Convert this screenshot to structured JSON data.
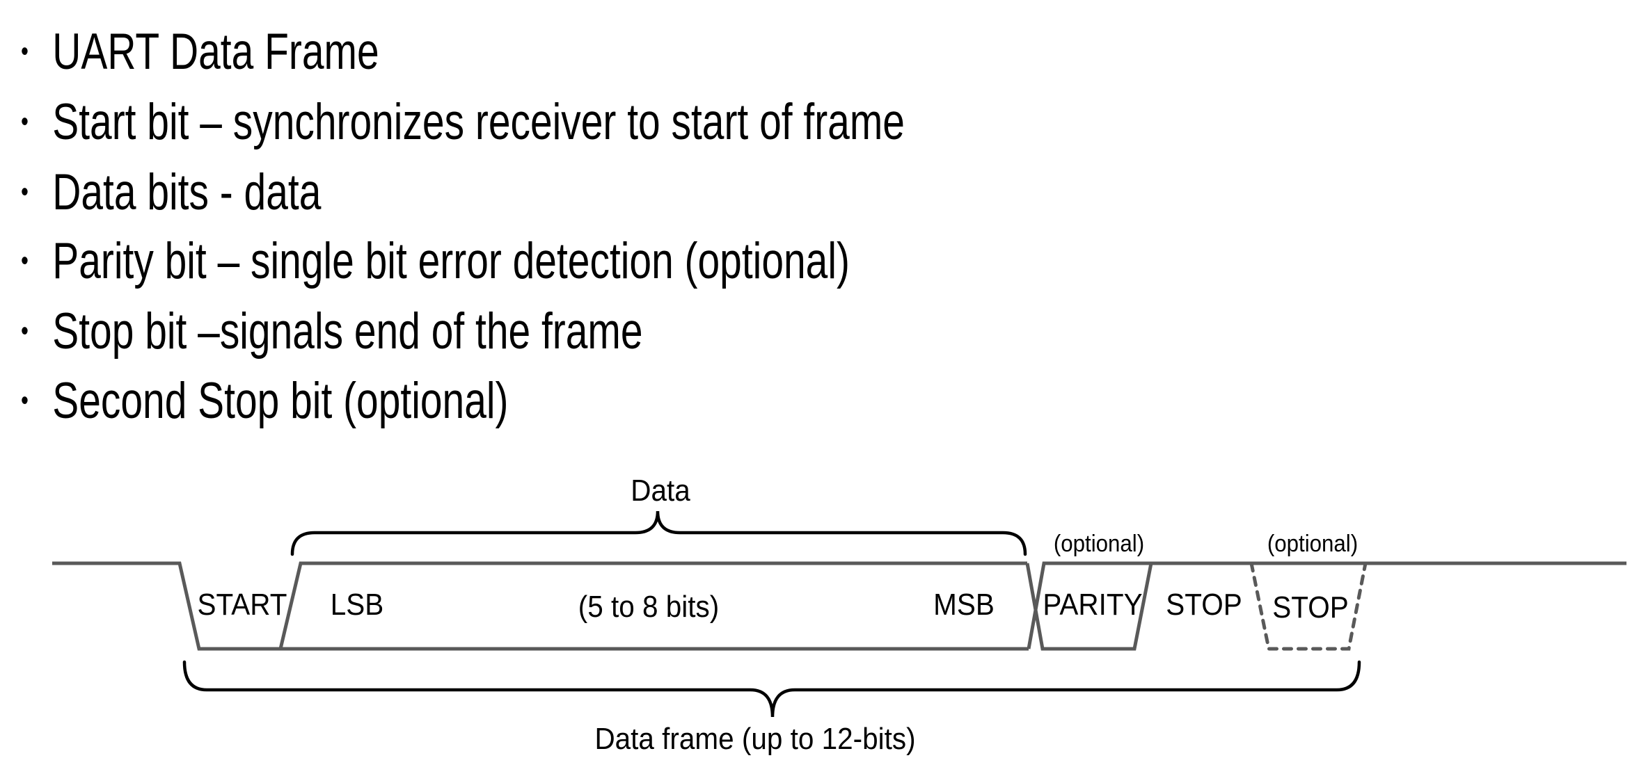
{
  "slide": {
    "bullet_char": "•",
    "bullets": [
      "UART Data Frame",
      "Start bit – synchronizes receiver to start of frame",
      "Data bits - data",
      "Parity bit – single bit error detection (optional)",
      "Stop bit –signals end of the frame",
      "Second Stop bit (optional)"
    ]
  },
  "diagram": {
    "top_brace_label": "Data",
    "bottom_brace_label": "Data frame (up to 12-bits)",
    "segments": {
      "start": "START",
      "lsb": "LSB",
      "data_bits": "(5 to 8 bits)",
      "msb": "MSB",
      "parity": "PARITY",
      "stop": "STOP",
      "second_stop": "STOP"
    },
    "optional_label_parity": "(optional)",
    "optional_label_stop": "(optional)",
    "colors": {
      "waveform": "#595959",
      "brace": "#000000",
      "text": "#000000",
      "background": "#ffffff"
    }
  }
}
